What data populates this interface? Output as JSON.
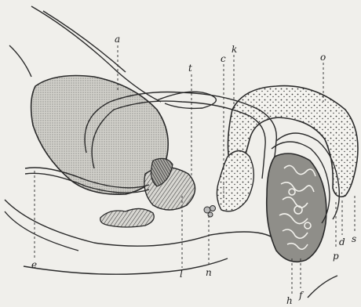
{
  "figure": {
    "labels": {
      "a": "a",
      "t": "t",
      "c": "c",
      "k": "k",
      "o": "o",
      "e": "e",
      "l": "l",
      "n": "n",
      "h": "h",
      "f": "f",
      "p": "p",
      "d": "d",
      "s": "s"
    },
    "colors": {
      "ink": "#2a2a2a",
      "paper": "#f0efeb"
    }
  }
}
